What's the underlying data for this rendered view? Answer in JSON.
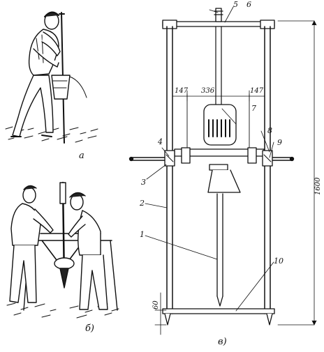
{
  "panels": {
    "a": {
      "caption": "а"
    },
    "b": {
      "caption": "б)"
    },
    "c": {
      "caption": "в)"
    }
  },
  "callouts": [
    "1",
    "2",
    "3",
    "4",
    "5",
    "6",
    "7",
    "8",
    "9",
    "10"
  ],
  "dimensions": {
    "left_offset": "147",
    "center_width": "336",
    "right_offset": "147",
    "total_height": "1600",
    "bottom_gap": "60"
  }
}
